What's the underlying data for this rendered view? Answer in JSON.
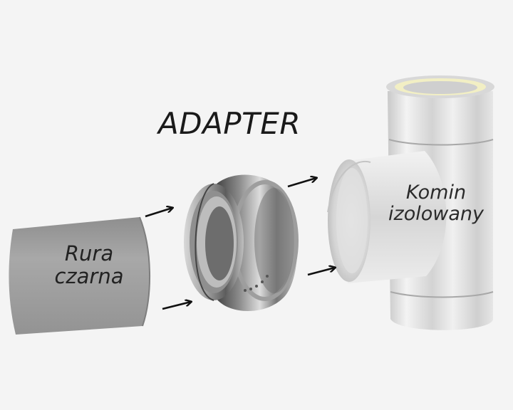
{
  "diagram": {
    "title": "ADAPTER",
    "labels": {
      "black_pipe": [
        "Rura",
        "czarna"
      ],
      "insulated_chimney": [
        "Komin",
        "izolowany"
      ]
    },
    "arrows": 4,
    "colors": {
      "background": "#f4f4f4",
      "black_pipe": "#9a9a9a",
      "steel_light": "#e4e4e4",
      "steel_dark": "#5a5a5a",
      "insulation": "#f2efc4",
      "arrow": "#111111"
    }
  }
}
